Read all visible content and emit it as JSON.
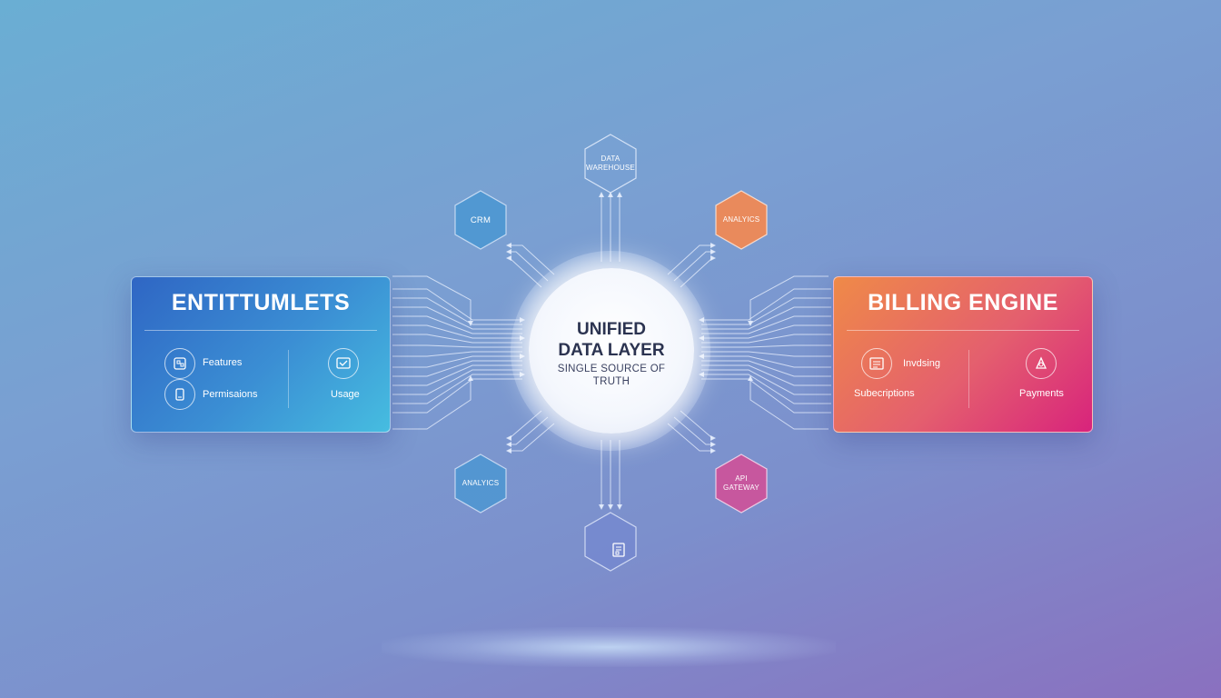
{
  "hub": {
    "title": "UNIFIED\nDATA LAYER",
    "subtitle": "SINGLE SOURCE OF\nTRUTH"
  },
  "left_panel": {
    "title": "ENTITTUMLETS",
    "items": [
      {
        "label": "Features",
        "icon": "features-icon"
      },
      {
        "label": "Permisaions",
        "icon": "permissions-icon"
      },
      {
        "label": "Usage",
        "icon": "usage-icon"
      }
    ],
    "colors": [
      "#2f66c4",
      "#46bde0"
    ]
  },
  "right_panel": {
    "title": "BILLING ENGINE",
    "items": [
      {
        "label": "Invdsing",
        "icon": "invoicing-icon"
      },
      {
        "label": "Subecriptions",
        "icon": ""
      },
      {
        "label": "Payments",
        "icon": "payments-icon"
      }
    ],
    "colors": [
      "#ef8a48",
      "#d8237c"
    ]
  },
  "nodes": {
    "data_warehouse": {
      "label": "DATA\nWAREHOUSE"
    },
    "crm": {
      "label": "CRM"
    },
    "analytics_top": {
      "label": "ANALYICS",
      "color": "#e98a5c"
    },
    "analytics_bottom": {
      "label": "ANALYICS"
    },
    "api_gateway": {
      "label": "API\nGATEWAY",
      "color": "#c7579e"
    },
    "bottom": {
      "icon": "document-icon"
    }
  }
}
